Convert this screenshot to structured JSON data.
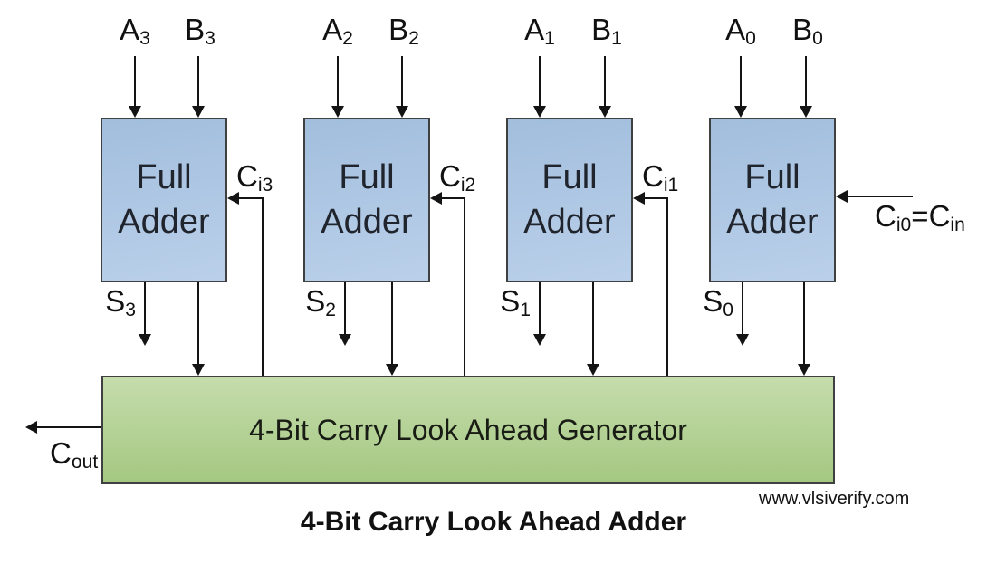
{
  "title": "4-Bit Carry Look Ahead Adder",
  "watermark": "www.vlsiverify.com",
  "generator_label": "4-Bit Carry Look Ahead Generator",
  "adders": [
    {
      "line1": "Full",
      "line2": "Adder",
      "input_a_main": "A",
      "input_a_sub": "3",
      "input_b_main": "B",
      "input_b_sub": "3",
      "carry_in_main": "C",
      "carry_in_sub": "i3",
      "sum_main": "S",
      "sum_sub": "3"
    },
    {
      "line1": "Full",
      "line2": "Adder",
      "input_a_main": "A",
      "input_a_sub": "2",
      "input_b_main": "B",
      "input_b_sub": "2",
      "carry_in_main": "C",
      "carry_in_sub": "i2",
      "sum_main": "S",
      "sum_sub": "2"
    },
    {
      "line1": "Full",
      "line2": "Adder",
      "input_a_main": "A",
      "input_a_sub": "1",
      "input_b_main": "B",
      "input_b_sub": "1",
      "carry_in_main": "C",
      "carry_in_sub": "i1",
      "sum_main": "S",
      "sum_sub": "1"
    },
    {
      "line1": "Full",
      "line2": "Adder",
      "input_a_main": "A",
      "input_a_sub": "0",
      "input_b_main": "B",
      "input_b_sub": "0",
      "sum_main": "S",
      "sum_sub": "0"
    }
  ],
  "external_carry_in": {
    "left_main": "C",
    "left_sub": "i0",
    "equals": "=",
    "right_main": "C",
    "right_sub": "in"
  },
  "carry_out": {
    "main": "C",
    "sub": "out"
  },
  "colors": {
    "adder_fill_top": "#a2bedd",
    "adder_fill_bottom": "#bad0ea",
    "generator_fill_top": "#c5dcac",
    "generator_fill_bottom": "#a4c881",
    "box_border": "#404040",
    "wire": "#141414",
    "text": "#1a1a1a"
  }
}
